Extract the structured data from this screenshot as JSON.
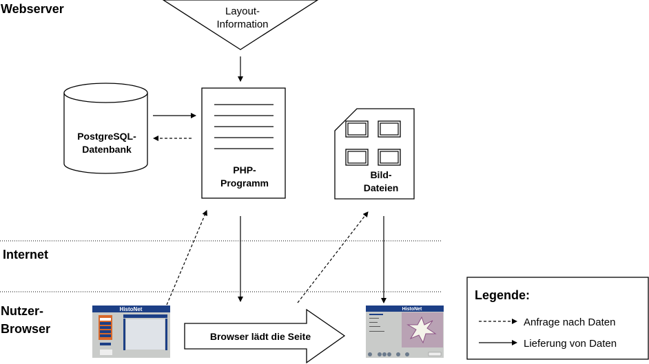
{
  "zones": {
    "webserver": "Webserver",
    "internet": "Internet",
    "browser_line1": "Nutzer-",
    "browser_line2": "Browser"
  },
  "layout_info": {
    "line1": "Layout-",
    "line2": "Information"
  },
  "database": {
    "line1": "PostgreSQL-",
    "line2": "Datenbank"
  },
  "php": {
    "line1": "PHP-",
    "line2": "Programm"
  },
  "images": {
    "line1": "Bild-",
    "line2": "Dateien"
  },
  "browser_arrow": "Browser lädt die Seite",
  "screenshots": {
    "logo": "HistoNet"
  },
  "legend": {
    "title": "Legende:",
    "request": "Anfrage nach Daten",
    "delivery": "Lieferung von Daten"
  },
  "colors": {
    "screenshot_blue": "#1c3f86",
    "screenshot_bg": "#c9cbc9",
    "screenshot_orange": "#d8682a"
  }
}
